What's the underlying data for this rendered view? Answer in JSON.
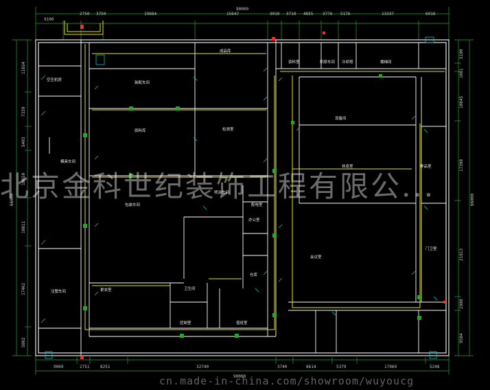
{
  "dimensions": {
    "overall_top": "90000",
    "overall_bottom": "90000",
    "overall_left": "66000",
    "overall_right": "66000",
    "top_segments": [
      "9100",
      "2750",
      "3750",
      "19684",
      "15647",
      "3010",
      "3710",
      "4855",
      "3776",
      "5176",
      "13337",
      "6016"
    ],
    "bottom_segments": [
      "9069",
      "2751",
      "8251",
      "32740",
      "3740",
      "8614",
      "5379",
      "17969",
      "5248"
    ],
    "left_segments": [
      "11654",
      "7339",
      "5403",
      "10650",
      "10811",
      "17462",
      "5862"
    ],
    "right_segments": [
      "5100",
      "1661",
      "10845",
      "17308",
      "21013",
      "2980",
      "9584"
    ]
  },
  "rooms": {
    "r1": "空压机房",
    "r2": "模具车间",
    "r3": "注塑车间",
    "r4": "装配车间",
    "r5": "成品库",
    "r6": "原料库",
    "r7": "检测室",
    "r8": "包装车间",
    "r9": "喷涂车间",
    "r10": "配电室",
    "r11": "办公室",
    "r12": "仓库",
    "r13": "更衣室",
    "r14": "卫生间",
    "r15": "控制室",
    "r16": "值班室",
    "r17": "资料室",
    "r18": "机修车间",
    "r19": "冷却塔",
    "r20": "楼梯间",
    "r21": "设备间",
    "r22": "休息室",
    "r23": "样品室",
    "r24": "会议室",
    "r25": "门卫室"
  },
  "watermarks": {
    "company": "北京金科世纪装饰工程有限公...",
    "source": "cn.made-in-china.com/showroom/wuyoucg"
  },
  "colors": {
    "wall": "#ffffff",
    "grid": "#2aa52a",
    "pipe": "#e8e800",
    "dim_line": "#00c8c8",
    "fixture": "#00c8c8",
    "marker": "#ff2a2a"
  }
}
